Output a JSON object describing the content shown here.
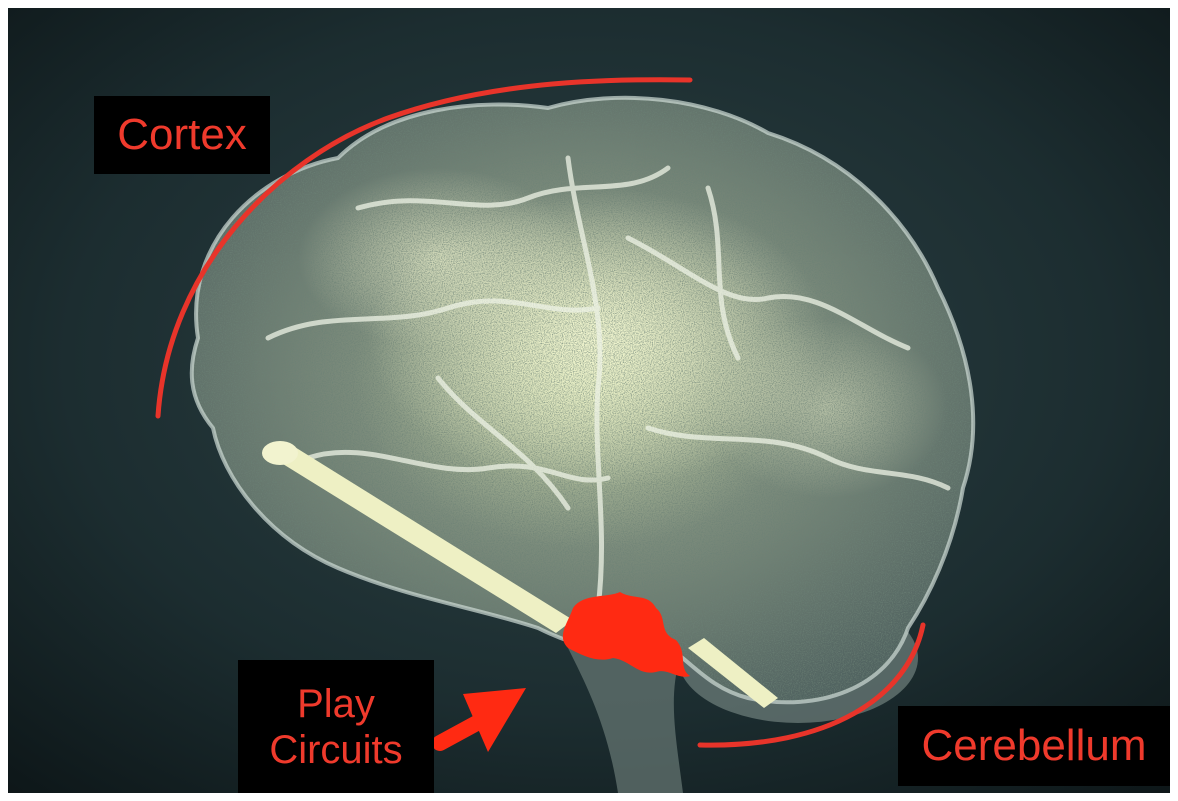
{
  "labels": {
    "cortex": "Cortex",
    "play_line1": "Play",
    "play_line2": "Circuits",
    "cerebellum": "Cerebellum"
  },
  "colors": {
    "accent_red": "#ef3a2c",
    "label_background": "#000000",
    "scene_background": "#1b2b2e",
    "brain_tissue": "#5f6f66",
    "brain_highlight": "#e9efc4"
  },
  "image": {
    "subject": "transparent-brain-illustration",
    "annotations": [
      "cortex-arc",
      "cerebellum-arc",
      "play-circuits-arrow",
      "play-circuits-region"
    ]
  }
}
